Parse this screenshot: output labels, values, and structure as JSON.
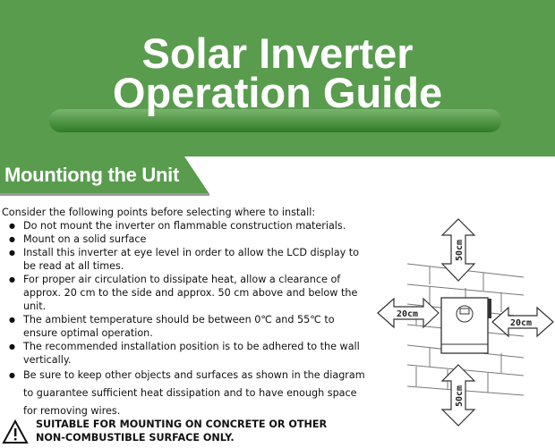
{
  "header": {
    "title_line1": "Solar Inverter",
    "title_line2": "Operation Guide"
  },
  "section": {
    "title": "Mountiong the Unit"
  },
  "content": {
    "intro": "Consider the following points before selecting where to install:",
    "bullets": [
      "Do not mount the inverter on flammable construction materials.",
      "Mount on a solid surface",
      "Install this inverter at eye level in order to allow the LCD display to be read at all times.",
      "For proper air circulation to dissipate heat, allow a clearance of approx. 20 cm to the side and approx. 50 cm above and below the unit.",
      "The ambient temperature should be between 0℃ and 55℃ to ensure optimal operation.",
      "The recommended installation position is to be adhered to the wall vertically.",
      "Be sure to keep other objects and surfaces as shown in the diagram to guarantee sufficient heat dissipation and to have enough space for removing wires."
    ],
    "warning": "SUITABLE FOR MOUNTING ON CONCRETE OR OTHER NON-COMBUSTIBLE SURFACE ONLY."
  },
  "diagram": {
    "top": "50cm",
    "bottom": "50cm",
    "left": "20cm",
    "right": "20cm"
  },
  "colors": {
    "green": "#599c4e"
  }
}
